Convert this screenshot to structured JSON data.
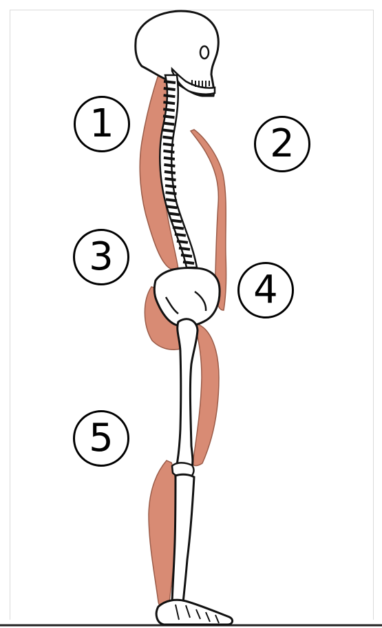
{
  "diagram": {
    "colors": {
      "muscle": "#d88b74",
      "bone_fill": "#ffffff",
      "outline": "#111111",
      "ground": "#222222"
    },
    "labels": [
      {
        "id": "1",
        "text": "1"
      },
      {
        "id": "2",
        "text": "2"
      },
      {
        "id": "3",
        "text": "3"
      },
      {
        "id": "4",
        "text": "4"
      },
      {
        "id": "5",
        "text": "5"
      }
    ]
  }
}
